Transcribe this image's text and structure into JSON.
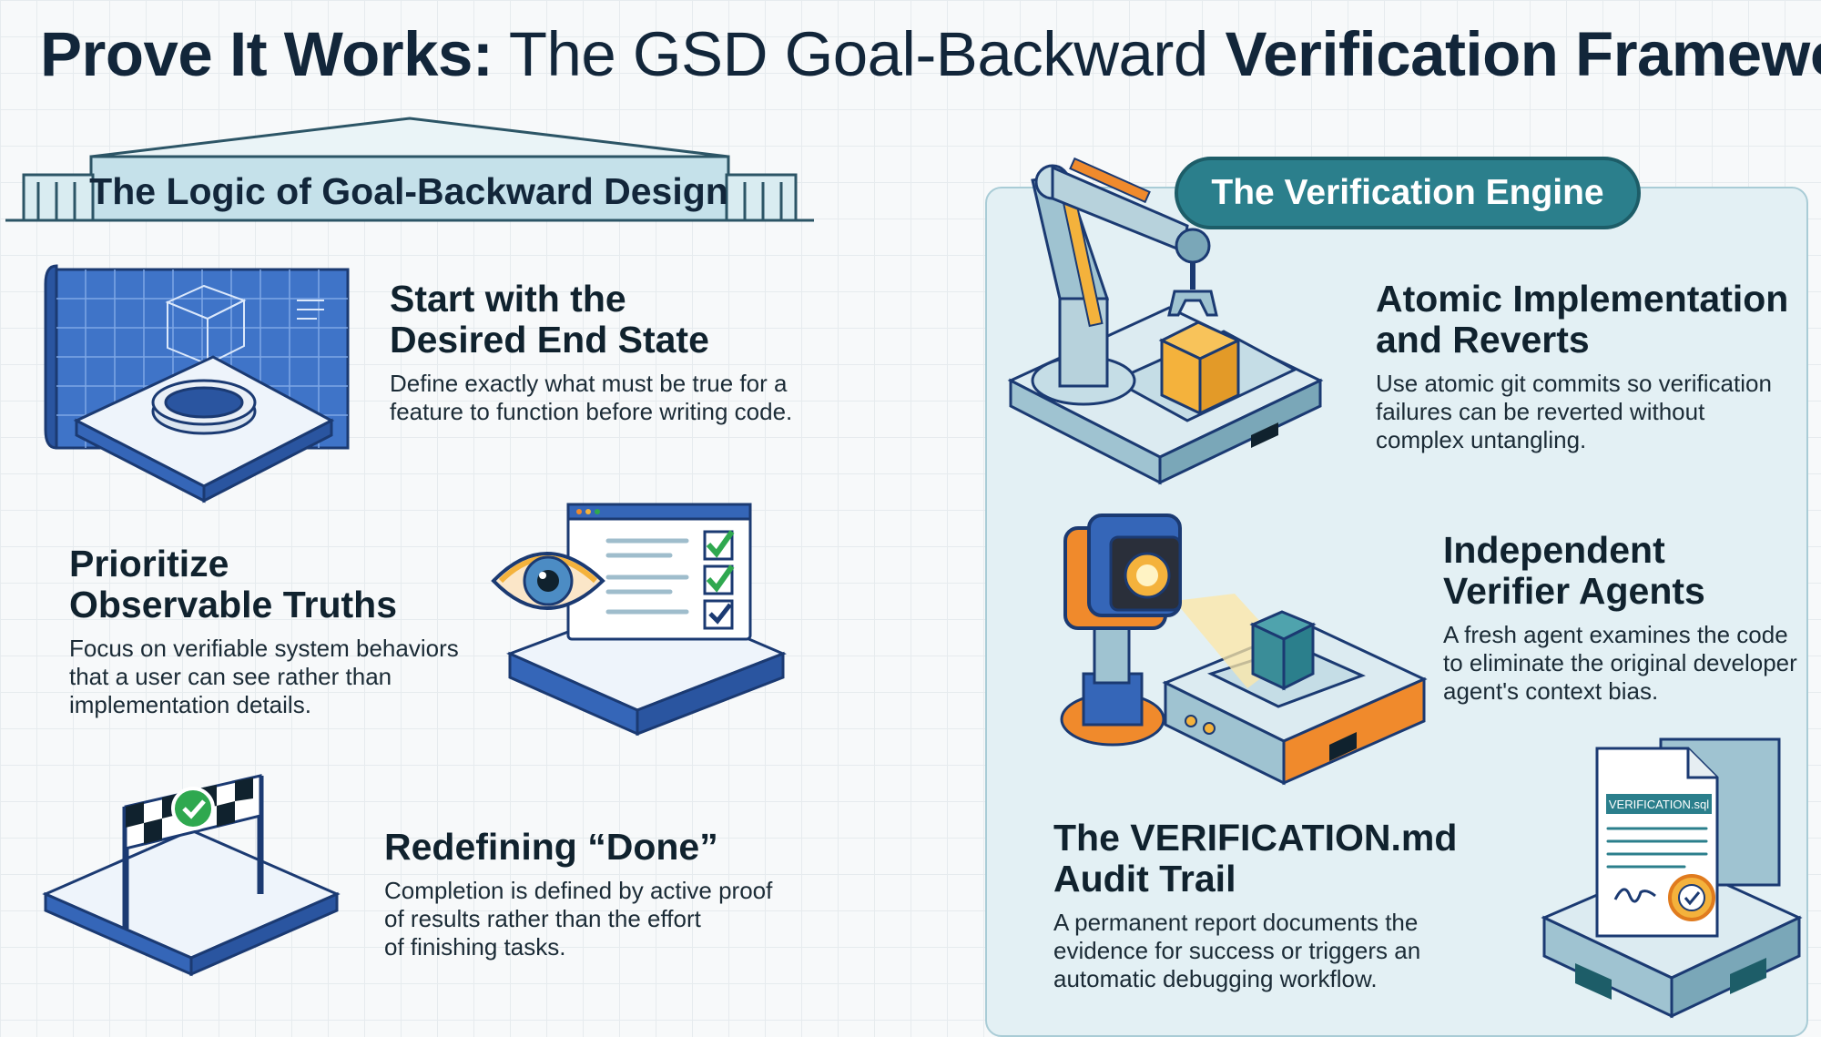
{
  "title": {
    "part1": "Prove It Works:",
    "part2": "The GSD Goal-Backward",
    "part3": "Verification Framework"
  },
  "left_header": "The Logic of Goal-Backward Design",
  "right_header": "The Verification Engine",
  "left_sections": [
    {
      "heading": "Start with the\nDesired End State",
      "body": "Define exactly what must be true for a\nfeature to function before writing code."
    },
    {
      "heading": "Prioritize\nObservable Truths",
      "body": "Focus on verifiable system behaviors\nthat a user can see rather than\nimplementation details."
    },
    {
      "heading": "Redefining “Done”",
      "body": "Completion is defined by active proof\nof results rather than the effort\nof finishing tasks."
    }
  ],
  "right_sections": [
    {
      "heading": "Atomic Implementation\nand Reverts",
      "body": "Use atomic git commits so verification\nfailures can be reverted without\ncomplex untangling."
    },
    {
      "heading": "Independent\nVerifier Agents",
      "body": "A fresh agent examines the code\nto eliminate the original developer\nagent's context bias."
    },
    {
      "heading": "The VERIFICATION.md\nAudit Trail",
      "body": "A permanent report documents the\nevidence for success or triggers an\nautomatic debugging workflow."
    }
  ],
  "document_label": "VERIFICATION.sql",
  "colors": {
    "navy": "#12263a",
    "blueprint": "#3566b8",
    "teal": "#2b7f8c",
    "panel": "#e3f0f4",
    "orange": "#f08a2c",
    "yellow": "#f4b23c",
    "green": "#2fa84f"
  }
}
